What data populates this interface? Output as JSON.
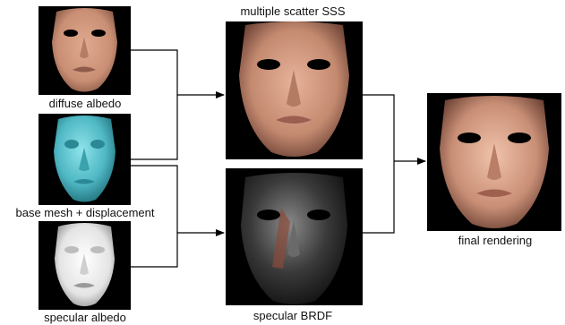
{
  "inputs": {
    "diffuse_albedo": "diffuse albedo",
    "base_mesh": "base mesh + displacement",
    "specular_albedo": "specular albedo"
  },
  "intermediate": {
    "multiple_scatter": "multiple scatter SSS",
    "specular_brdf": "specular BRDF"
  },
  "output": {
    "final_rendering": "final rendering"
  },
  "colors": {
    "skin": "#c9907a",
    "skin_shadow": "#8a5a48",
    "mesh": "#4fb8c4",
    "mesh_shadow": "#1f6f7a",
    "spec_albedo": "#e8e8e8",
    "spec_brdf": "#3a3a3a",
    "arrow": "#000000"
  }
}
